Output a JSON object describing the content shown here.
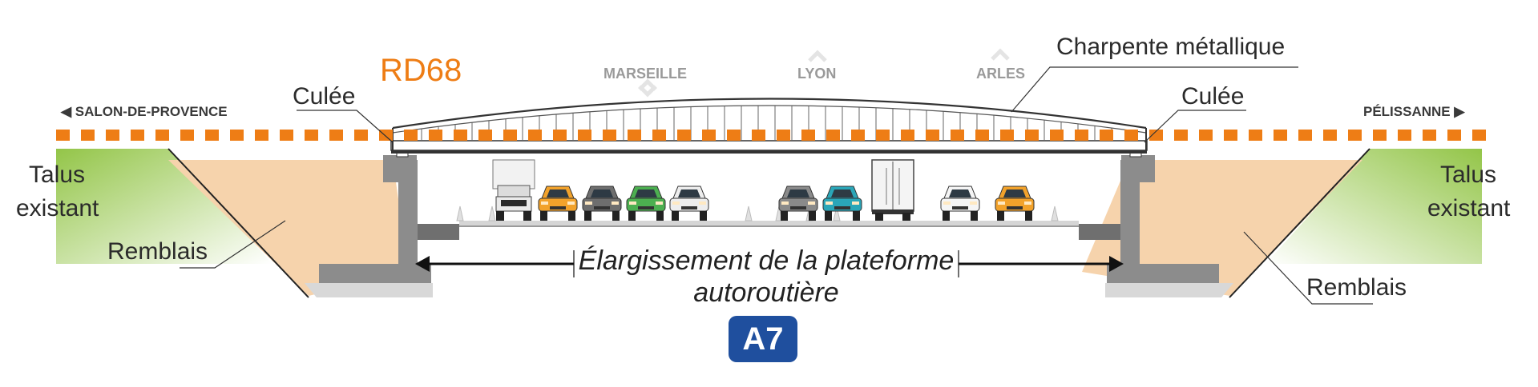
{
  "road_name": "RD68",
  "direction_left": "◀ SALON-DE-PROVENCE",
  "direction_right": "PÉLISSANNE ▶",
  "cities": [
    "MARSEILLE",
    "LYON",
    "ARLES"
  ],
  "labels": {
    "culee_left": "Culée",
    "culee_right": "Culée",
    "charpente": "Charpente métallique",
    "talus_left_1": "Talus",
    "talus_left_2": "existant",
    "talus_right_1": "Talus",
    "talus_right_2": "existant",
    "remblais_left": "Remblais",
    "remblais_right": "Remblais"
  },
  "caption_line1": "Élargissement de la plateforme",
  "caption_line2": "autoroutière",
  "highway_badge": "A7",
  "colors": {
    "road_orange": "#ee7d15",
    "fill_earth": "#f6d3ac",
    "slope_green": "#9cc94e",
    "concrete": "#8c8c8c",
    "badge_blue": "#1f4f9e"
  }
}
